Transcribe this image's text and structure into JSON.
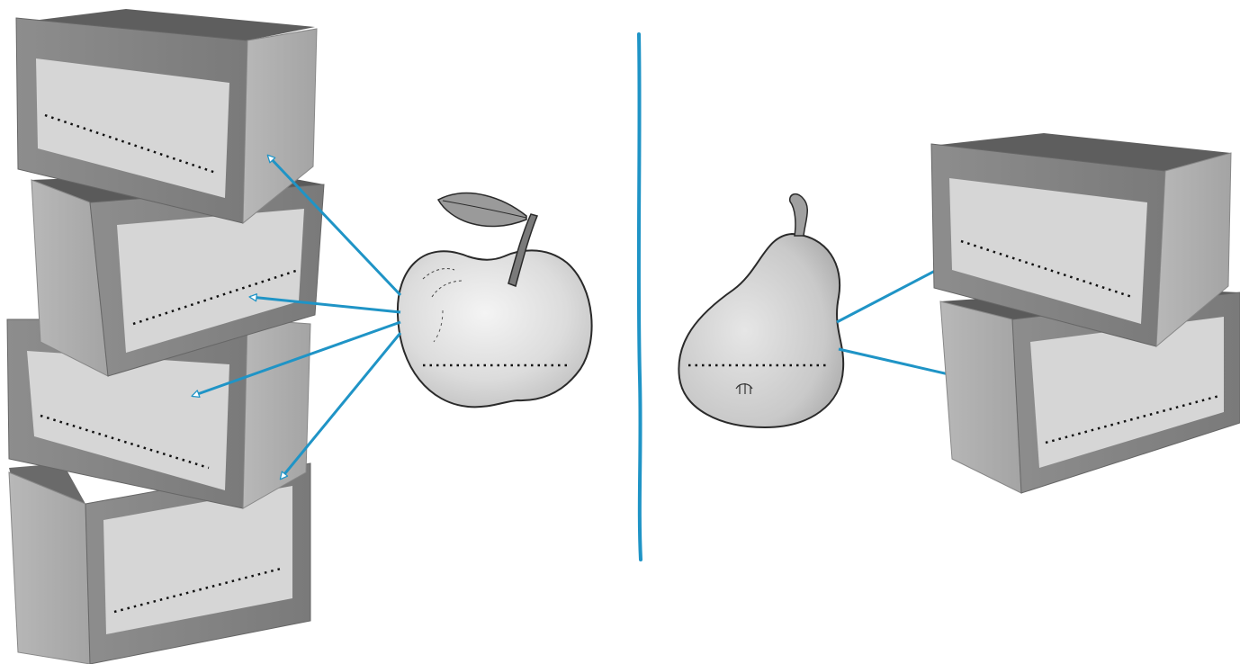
{
  "colors": {
    "accent": "#1f94c6",
    "wood_dark": "#707070",
    "wood_side": "#9a9a9a",
    "label_panel": "#d4d4d4",
    "fruit_outline": "#2a2a2a"
  },
  "fruits": [
    {
      "name": "apple",
      "icon": "apple-icon",
      "answer_line": ""
    },
    {
      "name": "pear",
      "icon": "pear-icon",
      "answer_line": ""
    }
  ],
  "crates": {
    "apple_side_count": 4,
    "pear_side_count": 2,
    "answer_lines": [
      "",
      "",
      "",
      "",
      "",
      ""
    ]
  },
  "divider": {
    "icon": "vertical-divider"
  }
}
